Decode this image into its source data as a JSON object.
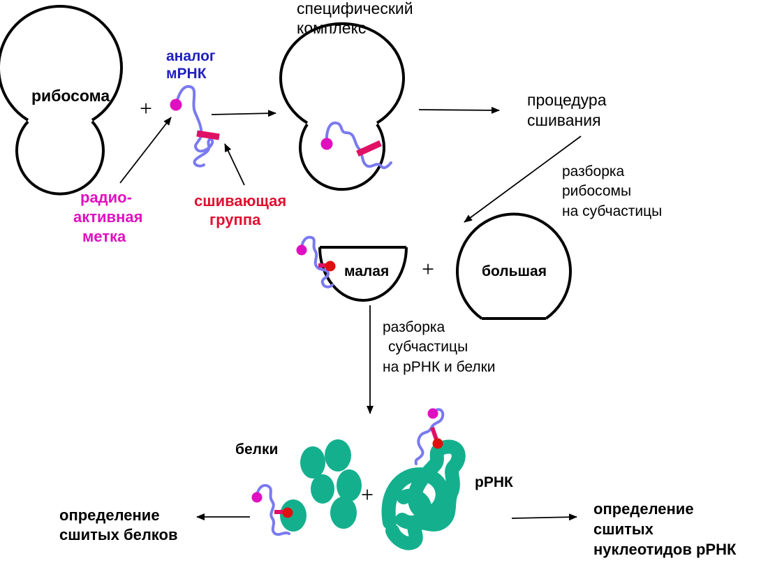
{
  "labels": {
    "ribosome": "рибосома",
    "mrna_analog_1": "аналог",
    "mrna_analog_2": "мРНК",
    "specific_complex_1": "специфический",
    "specific_complex_2": "комплекс",
    "crosslink_procedure_1": "процедура",
    "crosslink_procedure_2": "сшивания",
    "radioactive_label_1": "радио-",
    "radioactive_label_2": "активная",
    "radioactive_label_3": "метка",
    "crosslinking_group_1": "сшивающая",
    "crosslinking_group_2": "группа",
    "ribosome_disassembly_1": "разборка",
    "ribosome_disassembly_2": "рибосомы",
    "ribosome_disassembly_3": "на субчастицы",
    "small_subunit": "малая",
    "large_subunit": "большая",
    "subunit_disassembly_1": "разборка",
    "subunit_disassembly_2": "субчастицы",
    "subunit_disassembly_3": "на рРНК и белки",
    "proteins": "белки",
    "rrna": "рРНК",
    "result_proteins_1": "определение",
    "result_proteins_2": "сшитых белков",
    "result_rrna_1": "определение",
    "result_rrna_2": "сшитых",
    "result_rrna_3": "нуклеотидов рРНК",
    "plus": "+"
  },
  "colors": {
    "outline": "#000000",
    "mrna_chain": "#7a7af0",
    "radioactive_label": "#e010c0",
    "crosslinking_group": "#e01030",
    "crosslinked_red": "#e01010",
    "proteins_rrna": "#14b08e",
    "mrna_text": "#2020c0"
  }
}
